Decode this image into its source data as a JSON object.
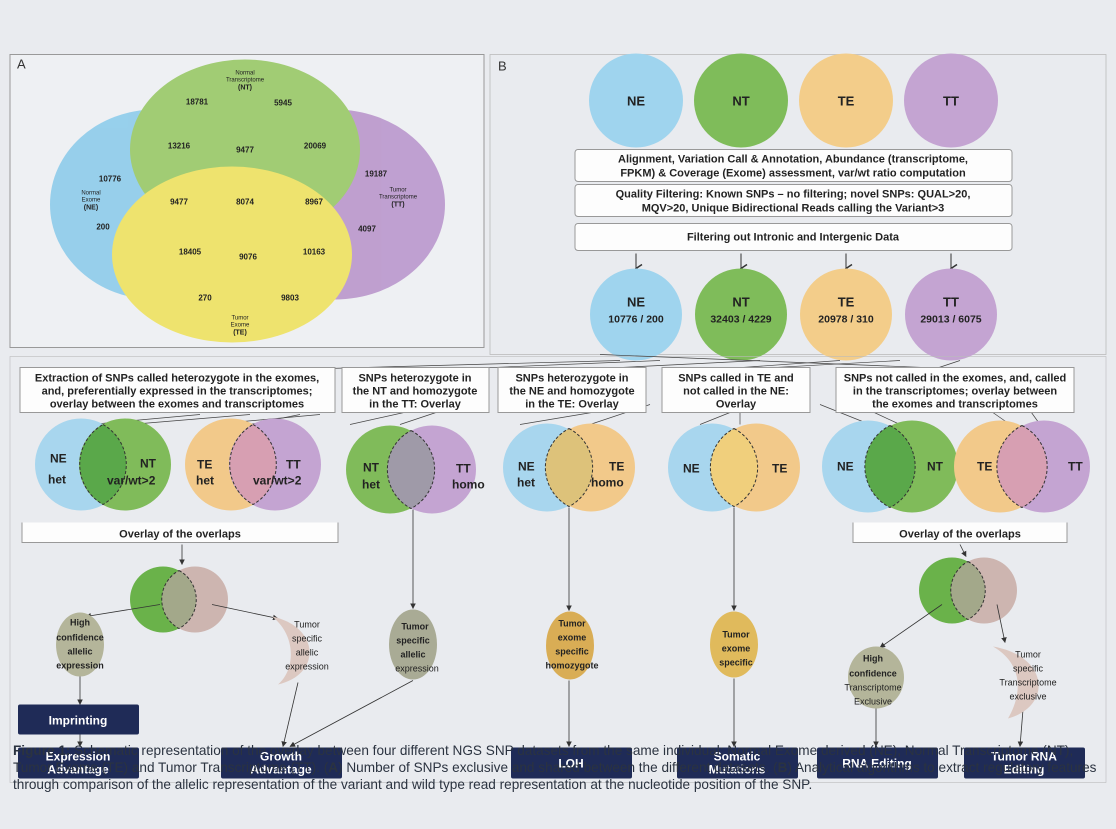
{
  "panel_a": {
    "letter": "A",
    "sets": {
      "nt": [
        "Normal",
        "Transcriptome",
        "(NT)"
      ],
      "ne": [
        "Normal",
        "Exome",
        "(NE)"
      ],
      "tt": [
        "Tumor",
        "Transcriptome",
        "(TT)"
      ],
      "te": [
        "Tumor",
        "Exome",
        "(TE)"
      ]
    },
    "counts": [
      "18781",
      "5945",
      "10776",
      "13216",
      "9477",
      "20069",
      "19187",
      "9477",
      "8074",
      "8967",
      "200",
      "4097",
      "18405",
      "9076",
      "10163",
      "270",
      "9803"
    ],
    "colors": {
      "ne": "#7fc6e9",
      "nt": "#8cc251",
      "te": "#efe04a",
      "tt": "#b289c6"
    }
  },
  "panel_b": {
    "letter": "B",
    "top_circles": [
      {
        "label": "NE",
        "color": "#9fd4ee"
      },
      {
        "label": "NT",
        "color": "#7fbc5a"
      },
      {
        "label": "TE",
        "color": "#f3cd8a"
      },
      {
        "label": "TT",
        "color": "#c4a4d2"
      }
    ],
    "steps": [
      [
        "Alignment, Variation Call & Annotation, Abundance (transcriptome,",
        "FPKM) & Coverage (Exome) assessment, var/wt ratio computation"
      ],
      [
        "Quality Filtering: Known SNPs – no filtering; novel SNPs: QUAL>20,",
        "MQV>20, Unique Bidirectional Reads calling the Variant>3"
      ],
      [
        "Filtering out Intronic and Intergenic Data"
      ]
    ],
    "mid_circles": [
      {
        "label": "NE",
        "count": "10776 / 200"
      },
      {
        "label": "NT",
        "count": "32403 / 4229"
      },
      {
        "label": "TE",
        "count": "20978 / 310"
      },
      {
        "label": "TT",
        "count": "29013 / 6075"
      }
    ]
  },
  "analyses": {
    "box1": [
      "Extraction of SNPs called heterozygote in the exomes,",
      "and, preferentially expressed in the transcriptomes;",
      "overlay between the exomes and transcriptomes"
    ],
    "box2": [
      "SNPs heterozygote in",
      "the NT and homozygote",
      "in the TT: Overlay"
    ],
    "box3": [
      "SNPs heterozygote in",
      "the NE and homozygote",
      "in the TE: Overlay"
    ],
    "box4": [
      "SNPs called in TE and",
      "not called in the NE:",
      "Overlay"
    ],
    "box5": [
      "SNPs not called in the exomes, and, called",
      "in the transcriptomes; overlay between",
      "the exomes and transcriptomes"
    ],
    "venn1": {
      "left": [
        "NE",
        "het"
      ],
      "right": [
        "NT",
        "var/wt>2"
      ]
    },
    "venn2": {
      "left": [
        "TE",
        "het"
      ],
      "right": [
        "TT",
        "var/wt>2"
      ]
    },
    "venn3": {
      "left": [
        "NT",
        "het"
      ],
      "right": [
        "TT",
        "homo"
      ]
    },
    "venn4": {
      "left": [
        "NE",
        "het"
      ],
      "right": [
        "TE",
        "homo"
      ]
    },
    "venn5": {
      "left": [
        "NE"
      ],
      "right": [
        "TE"
      ]
    },
    "venn6": {
      "left": [
        "NE"
      ],
      "right": [
        "NT"
      ]
    },
    "venn7": {
      "left": [
        "TE"
      ],
      "right": [
        "TT"
      ]
    },
    "overlay_left": "Overlay of the overlaps",
    "overlay_right": "Overlay of the overlaps",
    "ovals": {
      "high_conf_allelic": [
        "High",
        "confidence",
        "allelic",
        "expression"
      ],
      "tumor_specific_allelic": [
        "Tumor",
        "specific",
        "allelic",
        "expression"
      ],
      "tumor_specific_allelic2": [
        "Tumor",
        "specific",
        "allelic",
        "expression"
      ],
      "tumor_exome_homo": [
        "Tumor",
        "exome",
        "specific",
        "homozygote"
      ],
      "tumor_exome_specific": [
        "Tumor",
        "exome",
        "specific"
      ],
      "high_conf_transcriptome": [
        "High",
        "confidence",
        "Transcriptome",
        "Exclusive"
      ],
      "tumor_specific_transcriptome": [
        "Tumor",
        "specific",
        "Transcriptome",
        "exclusive"
      ]
    },
    "outcomes": {
      "imprinting": [
        "Imprinting"
      ],
      "expression_advantage": [
        "Expression",
        "Advantage"
      ],
      "growth_advantage": [
        "Growth",
        "Advantage"
      ],
      "loh": [
        "LOH"
      ],
      "somatic_mutations": [
        "Somatic",
        "Mutations"
      ],
      "rna_editing": [
        "RNA Editing"
      ],
      "tumor_rna_editing": [
        "Tumor RNA",
        "Editing"
      ]
    }
  },
  "caption": {
    "fig_label": "Figure 1:",
    "text1": " Schematic representation of the overlay between four different NGS SNP datasets from the same individual: Normal Exome derived (NE), Normal Transcriptome (NT), Tumor Exome (TE) and Tumor Transcriptome (TT). (",
    "bold_a": "A",
    "text2": ") Number of SNPs exclusive and shared between the different datasets. (",
    "bold_b": "B",
    "text3": ") Analytical algorithms to extract regulatory features through comparison of the allelic representation of the variant and wild type read representation at the nucleotide position of the SNP."
  }
}
